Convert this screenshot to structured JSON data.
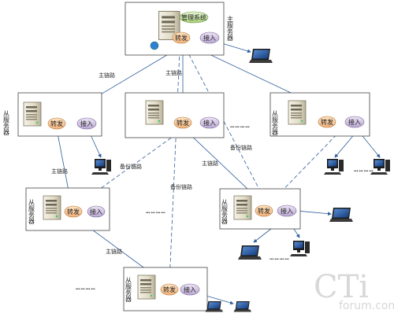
{
  "diagram": {
    "main_server": {
      "title": "主服务器",
      "management": "管理系统",
      "forward": "转发",
      "access": "接入"
    },
    "slave_server_label": "从服务器",
    "forward": "转发",
    "access": "接入",
    "link_labels": {
      "main_link": "主链路",
      "backup_link": "备份链路"
    },
    "ellipsis": "…………"
  },
  "watermark": {
    "brand": "CTi",
    "site": "forum.com"
  }
}
